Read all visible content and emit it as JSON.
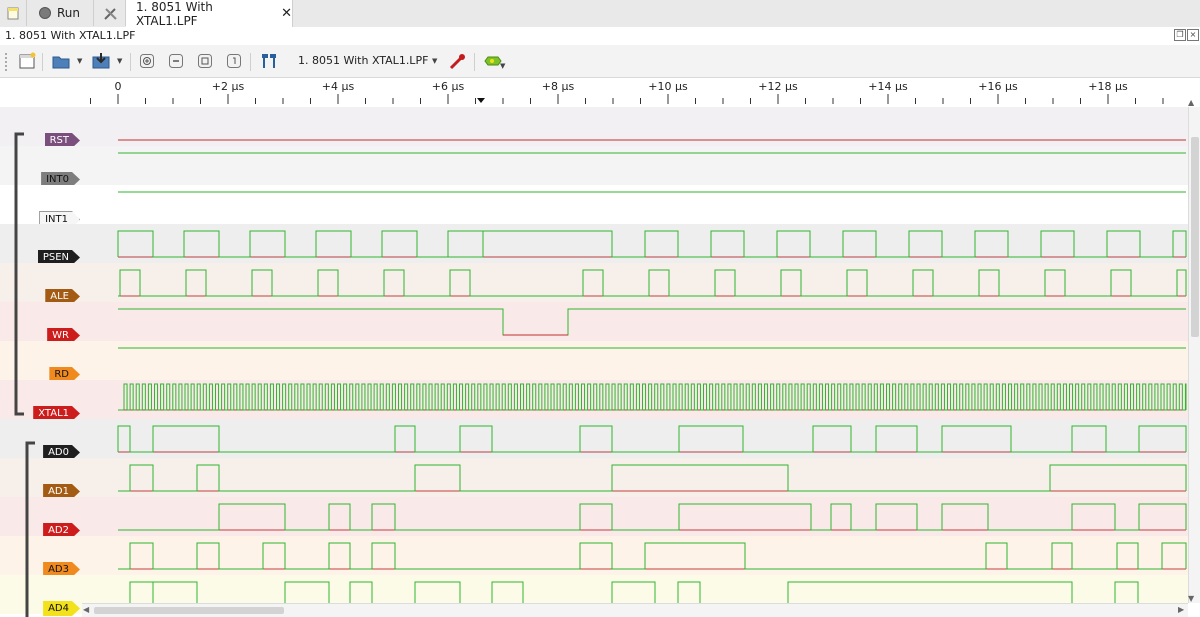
{
  "tabs": {
    "run_label": "Run",
    "active_label": "1. 8051 With XTAL1.LPF"
  },
  "window": {
    "title": "1. 8051 With XTAL1.LPF"
  },
  "toolbar": {
    "file_combo": "1. 8051 With XTAL1.LPF"
  },
  "ruler": {
    "labels": [
      "0",
      "+2 µs",
      "+4 µs",
      "+6 µs",
      "+8 µs",
      "+10 µs",
      "+12 µs",
      "+14 µs",
      "+16 µs",
      "+18 µs"
    ],
    "cursor_us": 6.6
  },
  "signals": [
    {
      "name": "RST",
      "tag_bg": "#7a4f7e",
      "tag_fg": "#ffffff",
      "row_bg": "#f2f0f3",
      "state": "low"
    },
    {
      "name": "INT0",
      "tag_bg": "#7d7d7d",
      "tag_fg": "#111111",
      "row_bg": "#f4f4f4",
      "state": "high"
    },
    {
      "name": "INT1",
      "tag_bg": "#f6f6f6",
      "tag_fg": "#111111",
      "row_bg": "#ffffff",
      "state": "high"
    },
    {
      "name": "PSEN",
      "tag_bg": "#1f1f1f",
      "tag_fg": "#ffffff",
      "row_bg": "#eeeeee",
      "state": "pulse"
    },
    {
      "name": "ALE",
      "tag_bg": "#a35a12",
      "tag_fg": "#ffffff",
      "row_bg": "#f7f0ea",
      "state": "pulse"
    },
    {
      "name": "WR",
      "tag_bg": "#cc1c1c",
      "tag_fg": "#ffffff",
      "row_bg": "#fae9e9",
      "state": "dip"
    },
    {
      "name": "RD",
      "tag_bg": "#f08a1e",
      "tag_fg": "#111111",
      "row_bg": "#fdf3e8",
      "state": "high"
    },
    {
      "name": "XTAL1",
      "tag_bg": "#cc1c1c",
      "tag_fg": "#ffffff",
      "row_bg": "#fae9e9",
      "state": "clock"
    },
    {
      "name": "AD0",
      "tag_bg": "#1f1f1f",
      "tag_fg": "#ffffff",
      "row_bg": "#eeeeee",
      "state": "data"
    },
    {
      "name": "AD1",
      "tag_bg": "#a35a12",
      "tag_fg": "#ffffff",
      "row_bg": "#f7f0ea",
      "state": "data"
    },
    {
      "name": "AD2",
      "tag_bg": "#cc1c1c",
      "tag_fg": "#ffffff",
      "row_bg": "#fae9e9",
      "state": "data"
    },
    {
      "name": "AD3",
      "tag_bg": "#f08a1e",
      "tag_fg": "#111111",
      "row_bg": "#fdf3e8",
      "state": "data"
    },
    {
      "name": "AD4",
      "tag_bg": "#f2e11b",
      "tag_fg": "#111111",
      "row_bg": "#fcfbe8",
      "state": "data"
    }
  ],
  "colors": {
    "high": "#2fb52f",
    "low": "#c03030"
  }
}
